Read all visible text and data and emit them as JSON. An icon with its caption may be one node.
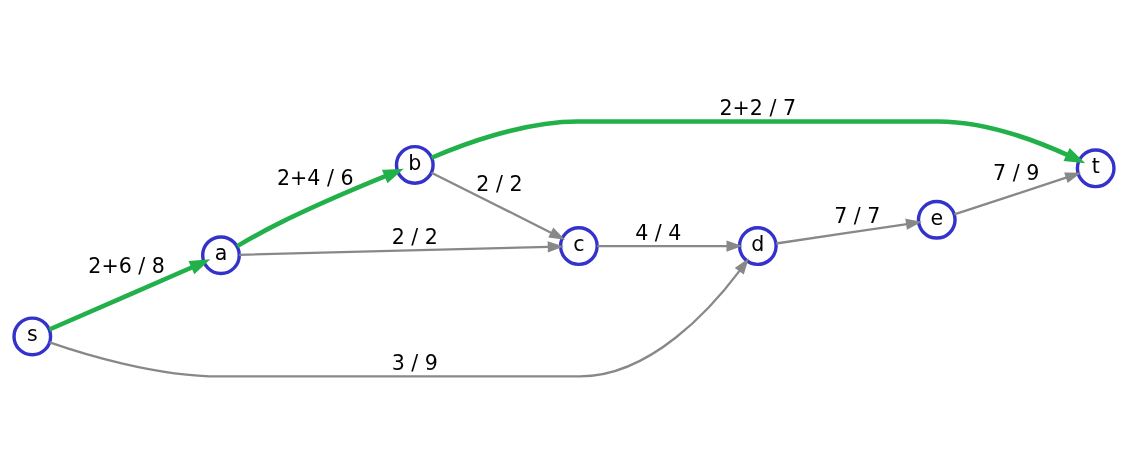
{
  "diagram": {
    "nodes": [
      {
        "text": [
          "s"
        ]
      },
      {
        "text": [
          "a"
        ]
      },
      {
        "text": [
          "b"
        ]
      },
      {
        "text": [
          "c"
        ]
      },
      {
        "text": [
          "d"
        ]
      },
      {
        "text": [
          "e"
        ]
      },
      {
        "text": [
          "t"
        ]
      }
    ],
    "edges": [
      {
        "from": 0,
        "to": 1,
        "arrow": "to",
        "label": "2+6 / 8",
        "style": "thick",
        "color": "#22b04b"
      },
      {
        "from": 1,
        "to": 2,
        "arrow": "to",
        "label": "2+4 / 6",
        "style": "thick",
        "color": "#22b04b"
      },
      {
        "from": 2,
        "to": 6,
        "arrow": "to",
        "label": "2+2 / 7",
        "style": "thick",
        "color": "#22b04b"
      },
      {
        "from": 1,
        "to": 3,
        "arrow": "to",
        "label": "2 / 2"
      },
      {
        "from": 2,
        "to": 3,
        "arrow": "to",
        "label": "2 / 2"
      },
      {
        "from": 0,
        "to": 4,
        "arrow": "to",
        "label": "3 / 9"
      },
      {
        "from": 3,
        "to": 4,
        "arrow": "to",
        "label": "4 / 4"
      },
      {
        "from": 4,
        "to": 5,
        "arrow": "to",
        "label": "7 / 7"
      },
      {
        "from": 5,
        "to": 6,
        "arrow": "to",
        "label": "7 / 9"
      }
    ]
  }
}
